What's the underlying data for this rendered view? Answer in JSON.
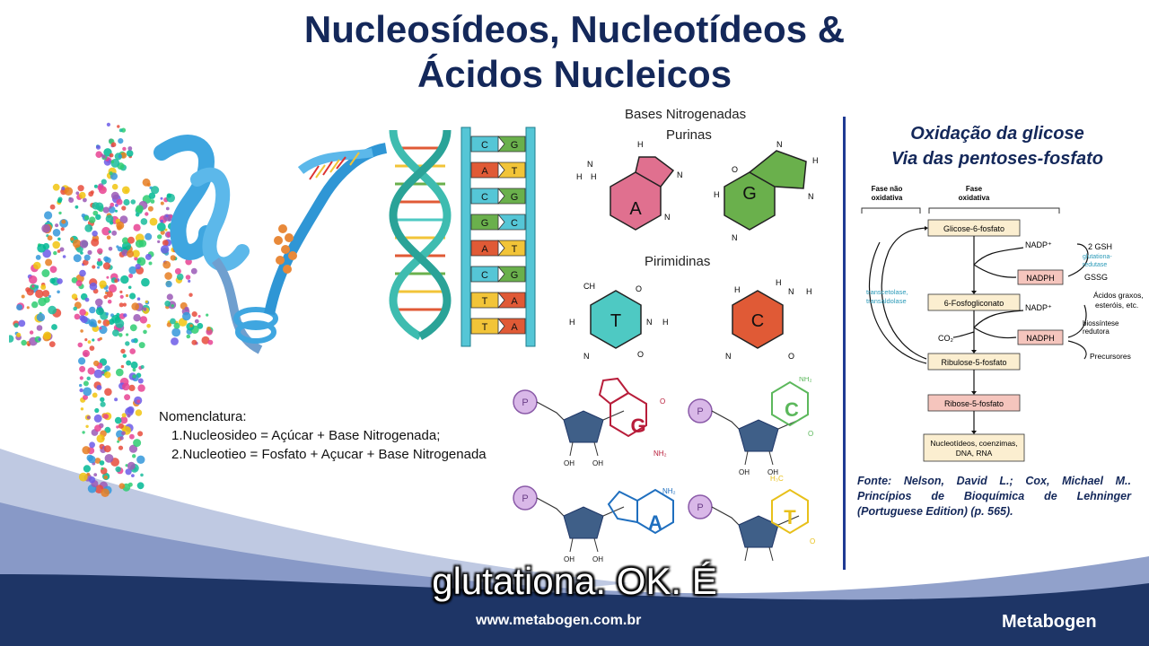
{
  "slide": {
    "title_line1": "Nucleosídeos, Nucleotídeos &",
    "title_line2": "Ácidos Nucleicos"
  },
  "bases": {
    "header": "Bases Nitrogenadas",
    "purinas": "Purinas",
    "pirimidinas": "Pirimidinas",
    "adenine_letter": "A",
    "guanine_letter": "G",
    "thymine_letter": "T",
    "cytosine_letter": "C",
    "atom_h": "H",
    "atom_n": "N",
    "atom_o": "O",
    "ch_label": "CH"
  },
  "dna_ladder": {
    "pairs": [
      [
        "C",
        "G"
      ],
      [
        "A",
        "T"
      ],
      [
        "C",
        "G"
      ],
      [
        "G",
        "C"
      ],
      [
        "A",
        "T"
      ],
      [
        "C",
        "G"
      ],
      [
        "T",
        "A"
      ],
      [
        "T",
        "A"
      ]
    ]
  },
  "nucleotides": {
    "phosphate": "P",
    "oh": "OH",
    "nh2": "NH₂",
    "ch3": "H₃C",
    "g": "G",
    "c": "C",
    "a": "A",
    "t": "T",
    "o": "O",
    "n": "N",
    "h": "H"
  },
  "nomenclatura": {
    "heading": "Nomenclatura:",
    "item1": "1.Nucleosideo = Açúcar + Base Nitrogenada;",
    "item2": "2.Nucleotieo = Fosfato + Açucar + Base Nitrogenada"
  },
  "oxidacao": {
    "title_line1": "Oxidação da glicose",
    "title_line2": "Via das pentoses-fosfato"
  },
  "pathway": {
    "fase_nao_oxidativa": [
      "Fase não",
      "oxidativa"
    ],
    "fase_oxidativa": [
      "Fase",
      "oxidativa"
    ],
    "glicose6p": "Glicose-6-fosfato",
    "fosfogliconato": "6-Fosfogliconato",
    "ribulose5p": "Ribulose-5-fosfato",
    "ribose5p": "Ribose-5-fosfato",
    "products": [
      "Nucleotídeos, coenzimas,",
      "DNA, RNA"
    ],
    "nadp1": "NADP⁺",
    "nadph1": "NADPH",
    "nadp2": "NADP⁺",
    "nadph2": "NADPH",
    "co2": "CO₂",
    "gsh": "2 GSH",
    "gssg": "GSSG",
    "glutationa_redutase": [
      "glutationa-",
      "redutase"
    ],
    "transcetolase": [
      "transcetolase,",
      "transaldolase"
    ],
    "acidos_graxos": [
      "Ácidos graxos,",
      "esteróis, etc."
    ],
    "biossintese": [
      "biossíntese",
      "redutora"
    ],
    "precursores": "Precursores"
  },
  "fonte": {
    "text": "Fonte: Nelson, David L.; Cox, Michael M.. Princípios de Bioquímica de Lehninger (Portuguese Edition) (p. 565)."
  },
  "caption": {
    "text": "glutationa. OK. É"
  },
  "footer": {
    "url": "www.metabogen.com.br",
    "brand": "Metabogen"
  },
  "colors": {
    "title": "#14285a",
    "divider": "#1f3a93",
    "footer_dark": "#1e3566",
    "adenine": "#e0708f",
    "guanine": "#6ab04c",
    "thymine": "#4ec9c3",
    "cytosine": "#e05a36",
    "box_fill": "#fbeed0",
    "box_nadph": "#f5c5bd"
  }
}
